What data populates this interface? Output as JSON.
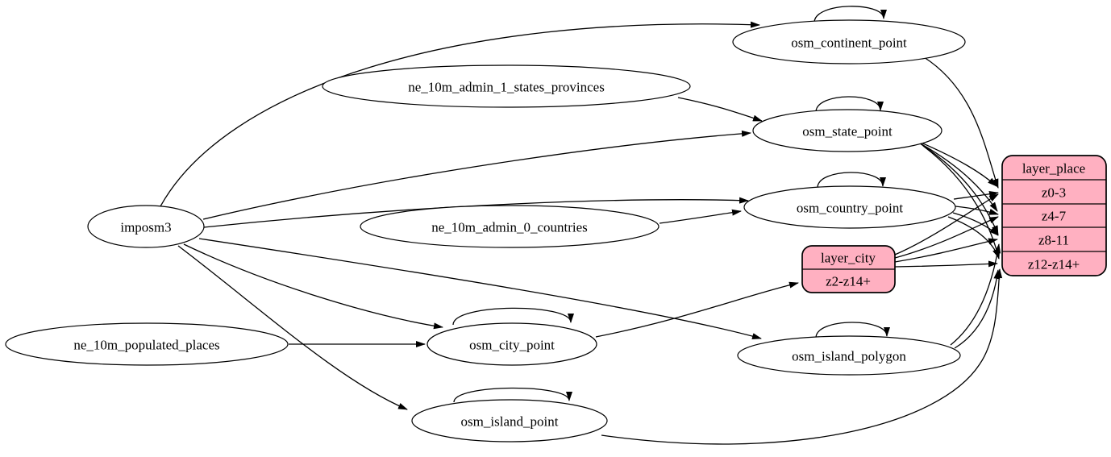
{
  "colors": {
    "background": "#ffffff",
    "node_fill": "#ffffff",
    "node_stroke": "#000000",
    "record_fill": "#ffb0c1",
    "edge": "#000000",
    "text": "#000000"
  },
  "nodes": {
    "imposm3": {
      "label": "imposm3"
    },
    "ne_populated_places": {
      "label": "ne_10m_populated_places"
    },
    "ne_admin_1": {
      "label": "ne_10m_admin_1_states_provinces"
    },
    "ne_admin_0": {
      "label": "ne_10m_admin_0_countries"
    },
    "continent": {
      "label": "osm_continent_point"
    },
    "state": {
      "label": "osm_state_point"
    },
    "country": {
      "label": "osm_country_point"
    },
    "city": {
      "label": "osm_city_point"
    },
    "island_polygon": {
      "label": "osm_island_polygon"
    },
    "island_point": {
      "label": "osm_island_point"
    }
  },
  "records": {
    "layer_place": {
      "title": "layer_place",
      "rows": [
        "z0-3",
        "z4-7",
        "z8-11",
        "z12-z14+"
      ]
    },
    "layer_city": {
      "title": "layer_city",
      "rows": [
        "z2-z14+"
      ]
    }
  }
}
